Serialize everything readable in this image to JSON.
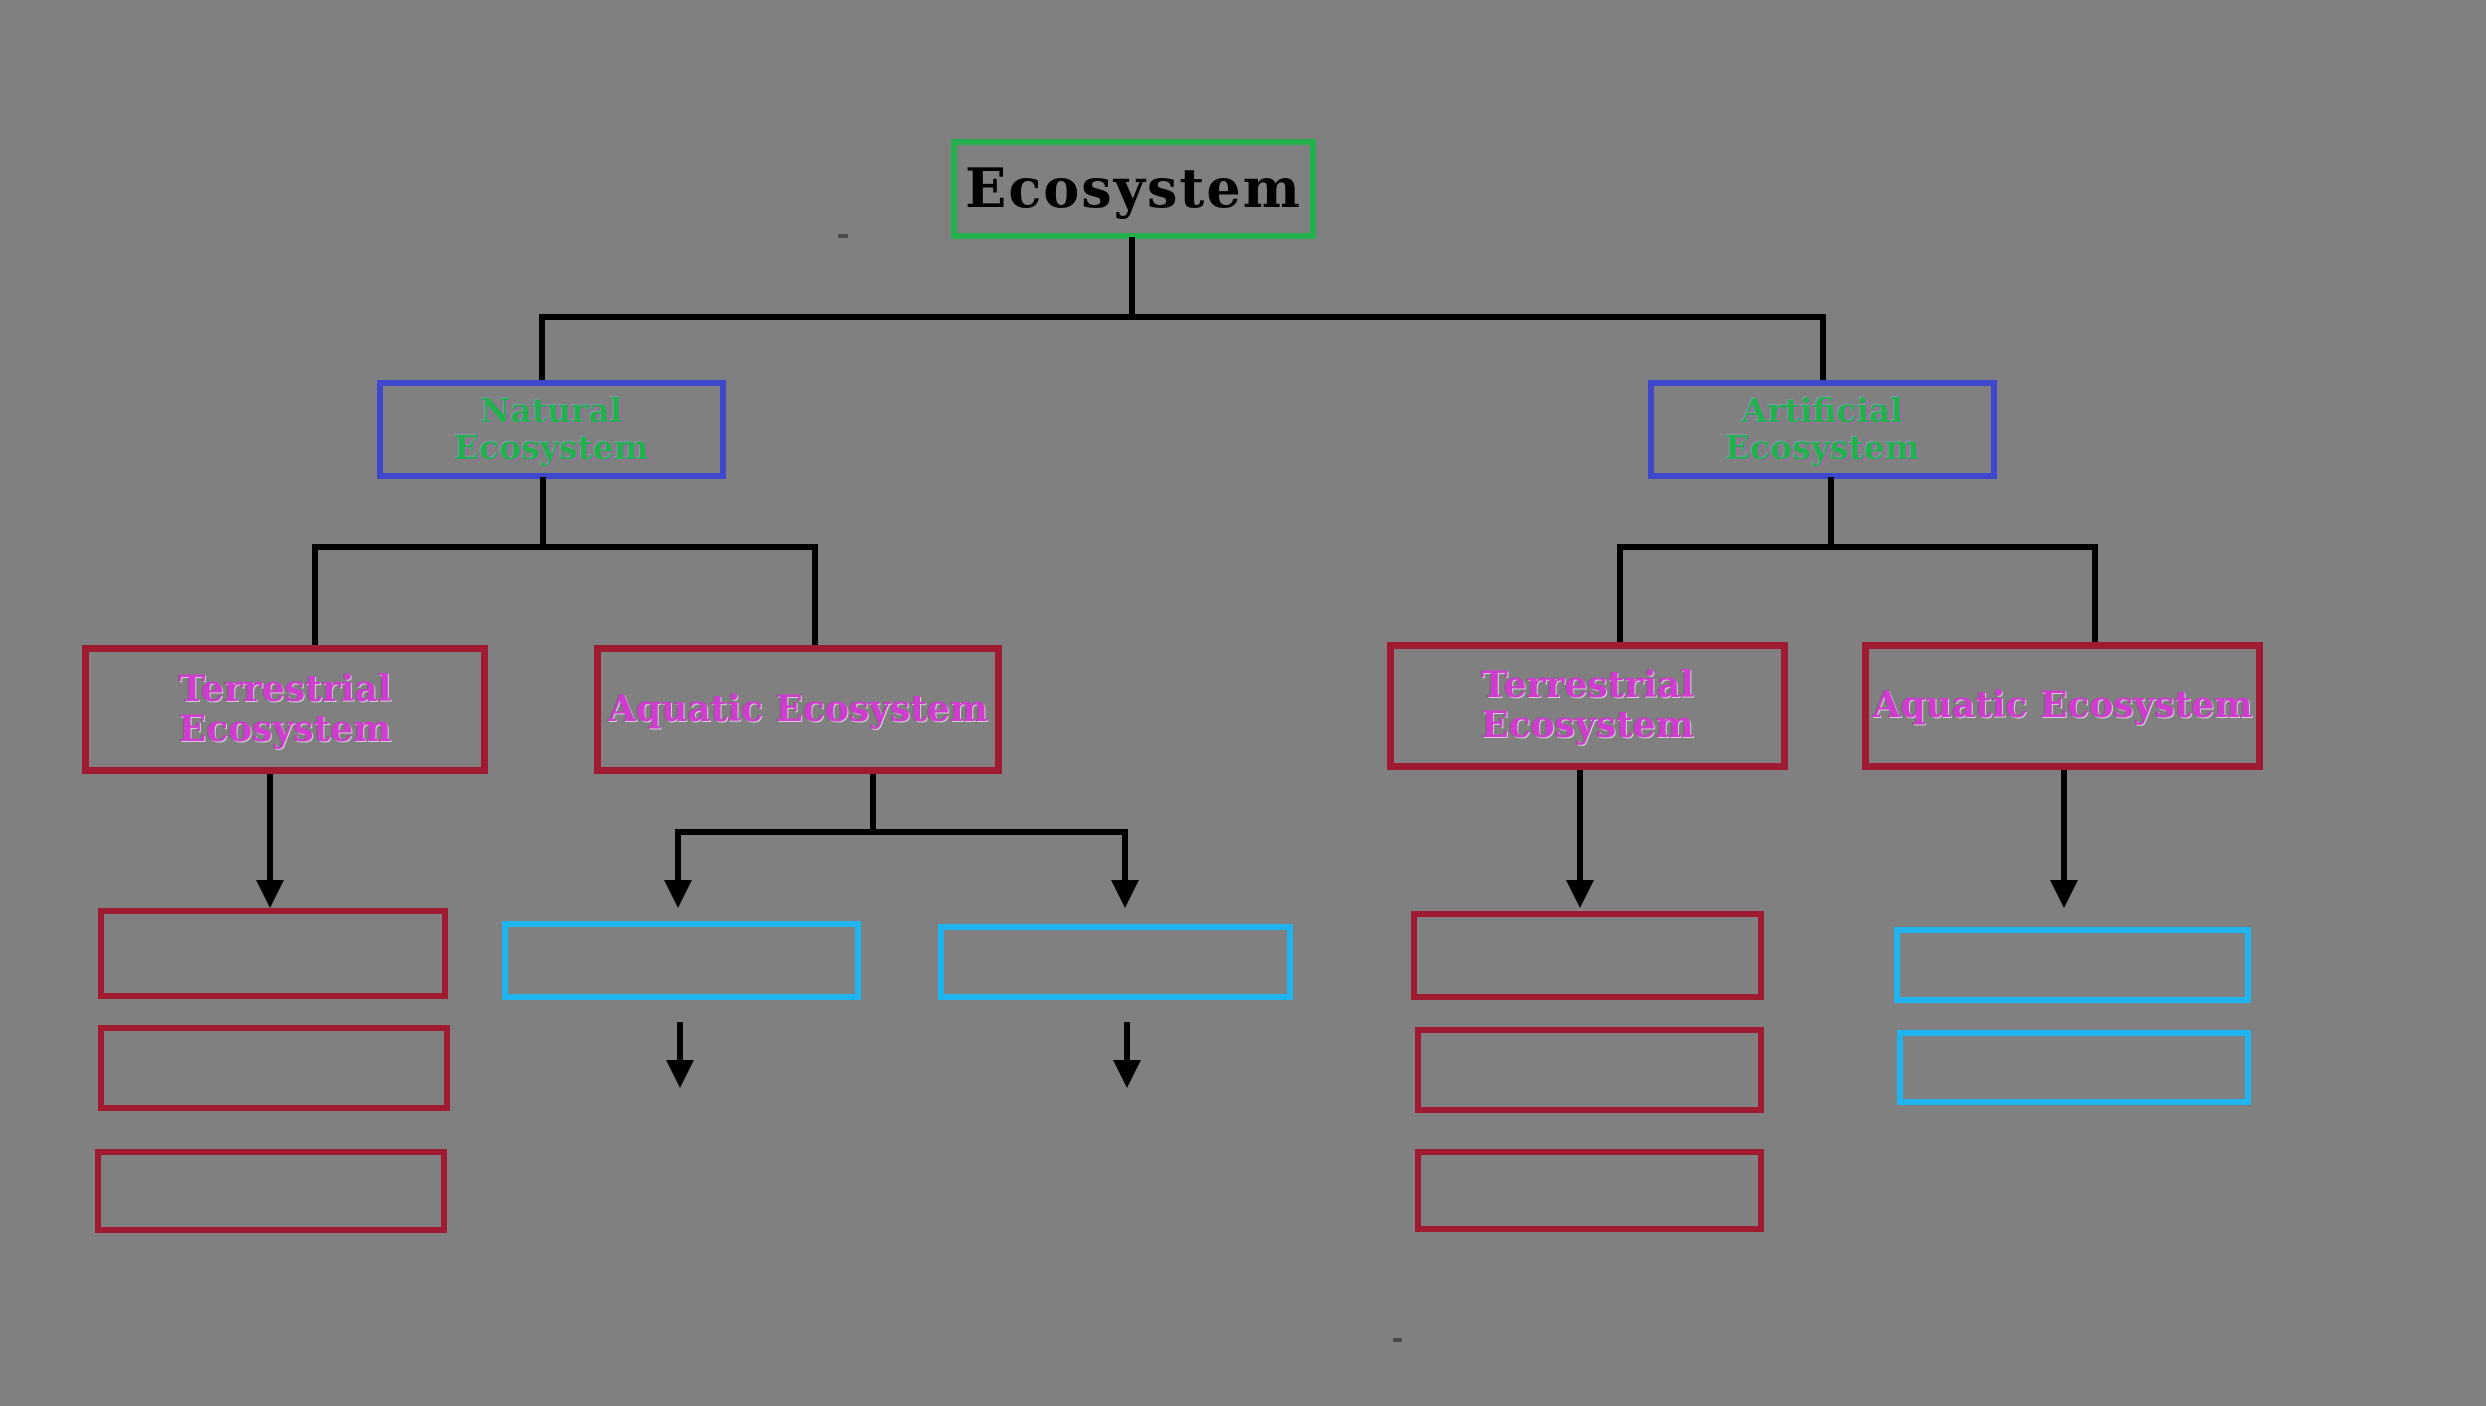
{
  "diagram_title": "Ecosystem classification flowchart",
  "colors": {
    "canvas_bg": "#808080",
    "line": "#000000",
    "root_border": "#22b14c",
    "branch_border": "#3f48cc",
    "category_border": "#9e1b32",
    "leaf_cyan_border": "#1fb4ef",
    "root_text": "#000000",
    "branch_text": "#22b14c",
    "category_text": "#cf3ccf"
  },
  "nodes": {
    "root": {
      "label": "Ecosystem"
    },
    "natural": {
      "label": "Natural Ecosystem"
    },
    "artificial": {
      "label": "Artificial Ecosystem"
    },
    "natural_terrestrial": {
      "label": "Terrestrial Ecosystem"
    },
    "natural_aquatic": {
      "label": "Aquatic  Ecosystem"
    },
    "artificial_terrestrial": {
      "label": "Terrestrial Ecosystem"
    },
    "artificial_aquatic": {
      "label": "Aquatic Ecosystem"
    }
  },
  "empty_boxes": {
    "natural_terrestrial_count": 3,
    "natural_aquatic_count": 2,
    "artificial_terrestrial_count": 3,
    "artificial_aquatic_count": 2
  }
}
